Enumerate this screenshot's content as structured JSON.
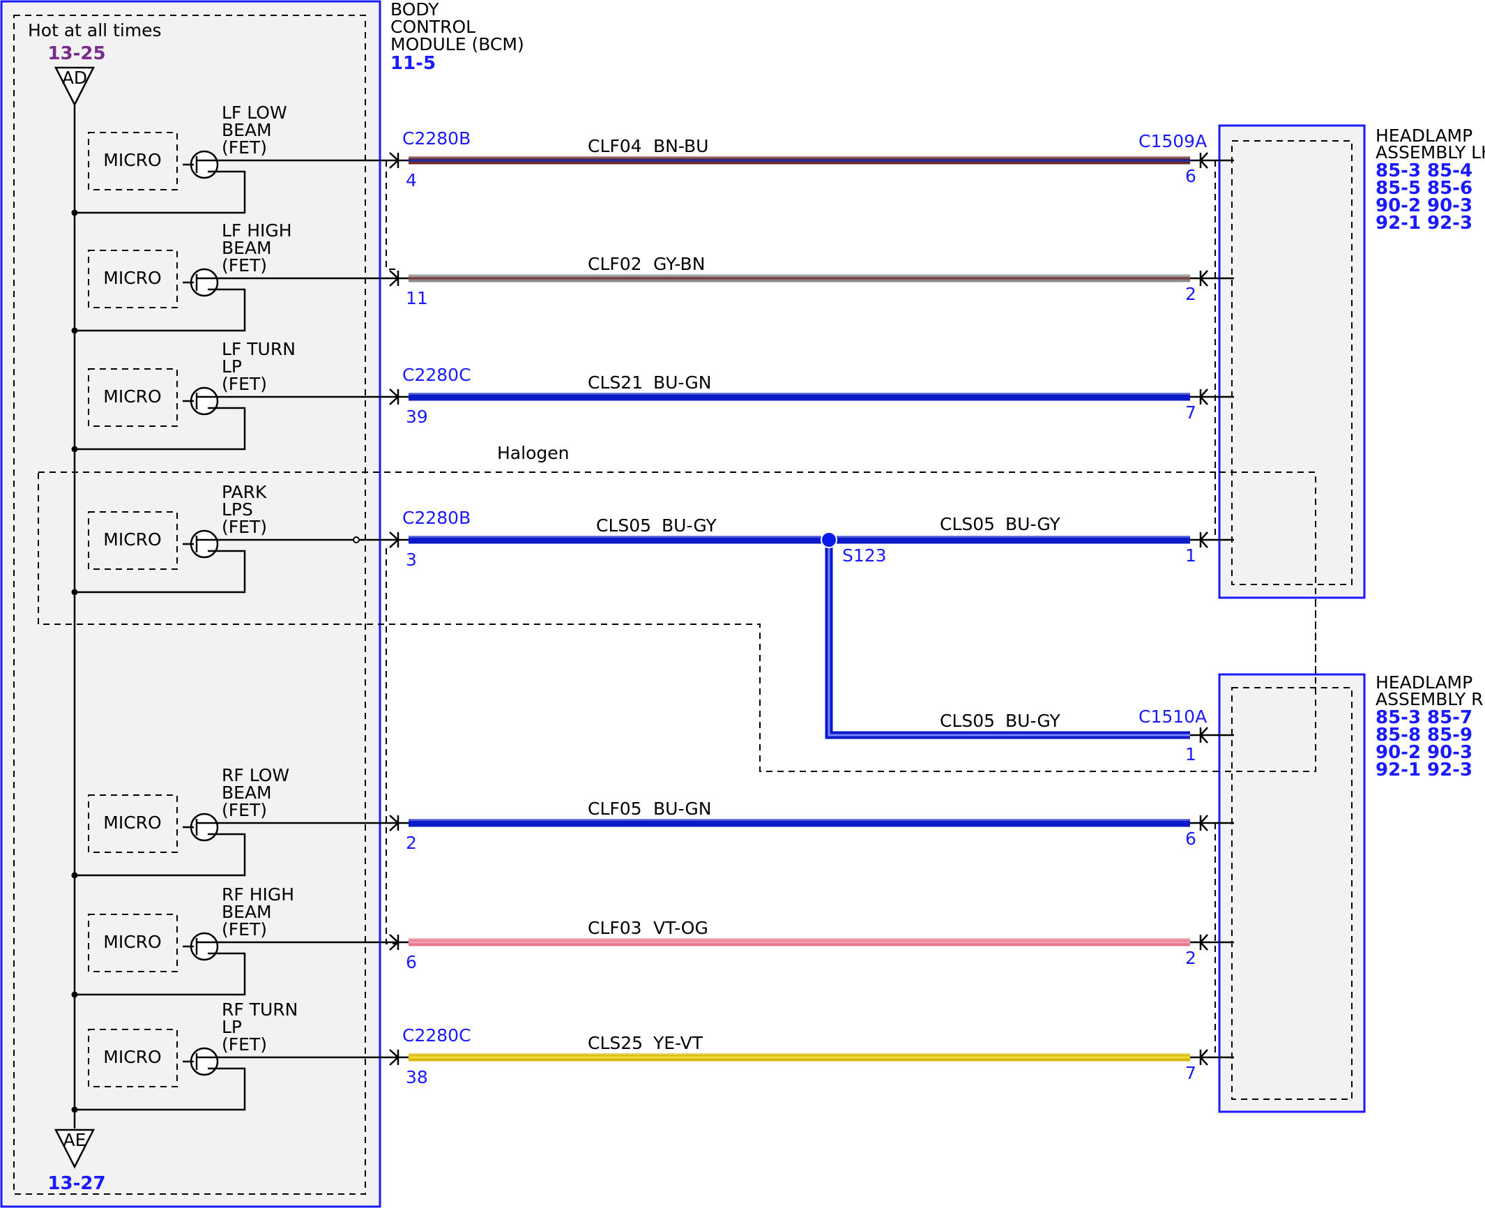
{
  "bcm": {
    "title_lines": [
      "BODY",
      "CONTROL",
      "MODULE (BCM)"
    ],
    "ref": "11-5"
  },
  "power": {
    "hot_label": "Hot at all times",
    "top_ref": "13-25",
    "top_tag": "AD",
    "bottom_tag": "AE",
    "bottom_ref": "13-27"
  },
  "halogen_label": "Halogen",
  "micro_label": "MICRO",
  "drivers": [
    {
      "lines": [
        "LF LOW",
        "BEAM",
        "(FET)"
      ]
    },
    {
      "lines": [
        "LF HIGH",
        "BEAM",
        "(FET)"
      ]
    },
    {
      "lines": [
        "LF TURN",
        "LP",
        "(FET)"
      ]
    },
    {
      "lines": [
        "PARK",
        "LPS",
        "(FET)"
      ]
    },
    {
      "lines": [
        "RF LOW",
        "BEAM",
        "(FET)"
      ]
    },
    {
      "lines": [
        "RF HIGH",
        "BEAM",
        "(FET)"
      ]
    },
    {
      "lines": [
        "RF TURN",
        "LP",
        "(FET)"
      ]
    }
  ],
  "circuits": [
    {
      "connector": "C2280B",
      "pin": "4",
      "circuit": "CLF04",
      "color_code": "BN-BU",
      "far_connector": "C1509A",
      "far_pin": "6",
      "colors": [
        "#6b2a2a",
        "#1a2aa8"
      ]
    },
    {
      "connector": "",
      "pin": "11",
      "circuit": "CLF02",
      "color_code": "GY-BN",
      "far_connector": "",
      "far_pin": "2",
      "colors": [
        "#8a8a8a",
        "#7a3a3a"
      ]
    },
    {
      "connector": "C2280C",
      "pin": "39",
      "circuit": "CLS21",
      "color_code": "BU-GN",
      "far_connector": "",
      "far_pin": "7",
      "colors": [
        "#0a1ac8",
        "#0a1ac8"
      ]
    },
    {
      "connector": "C2280B",
      "pin": "3",
      "circuit": "CLS05",
      "color_code": "BU-GY",
      "far_connector": "",
      "far_pin": "1",
      "colors": [
        "#0a1ac8",
        "#0a1ac8"
      ]
    },
    {
      "connector": "",
      "pin": "2",
      "circuit": "CLF05",
      "color_code": "BU-GN",
      "far_connector": "",
      "far_pin": "6",
      "colors": [
        "#0a1ac8",
        "#0a1ac8"
      ]
    },
    {
      "connector": "",
      "pin": "6",
      "circuit": "CLF03",
      "color_code": "VT-OG",
      "far_connector": "",
      "far_pin": "2",
      "colors": [
        "#e67a8a",
        "#f0a0b0"
      ]
    },
    {
      "connector": "C2280C",
      "pin": "38",
      "circuit": "CLS25",
      "color_code": "YE-VT",
      "far_connector": "",
      "far_pin": "7",
      "colors": [
        "#d8b800",
        "#f0dc40"
      ]
    }
  ],
  "splice": {
    "id": "S123",
    "right_circuit": "CLS05",
    "right_color_code": "BU-GY",
    "branch_circuit": "CLS05",
    "branch_color_code": "BU-GY",
    "branch_connector": "C1510A",
    "branch_pin": "1"
  },
  "headlamp_lh": {
    "title_lines": [
      "HEADLAMP",
      "ASSEMBLY LH"
    ],
    "refs": [
      [
        "85-3",
        "85-4"
      ],
      [
        "85-5",
        "85-6"
      ],
      [
        "90-2",
        "90-3"
      ],
      [
        "92-1",
        "92-3"
      ]
    ]
  },
  "headlamp_rh": {
    "title_lines": [
      "HEADLAMP",
      "ASSEMBLY RH"
    ],
    "refs": [
      [
        "85-3",
        "85-7"
      ],
      [
        "85-8",
        "85-9"
      ],
      [
        "90-2",
        "90-3"
      ],
      [
        "92-1",
        "92-3"
      ]
    ]
  },
  "colors": {
    "module_border": "#1a1aff",
    "panel_fill": "#f2f2f2",
    "ref_blue": "#1a1aff",
    "ref_purple": "#7a2a8a",
    "splice_dot": "#0a1ae8"
  }
}
